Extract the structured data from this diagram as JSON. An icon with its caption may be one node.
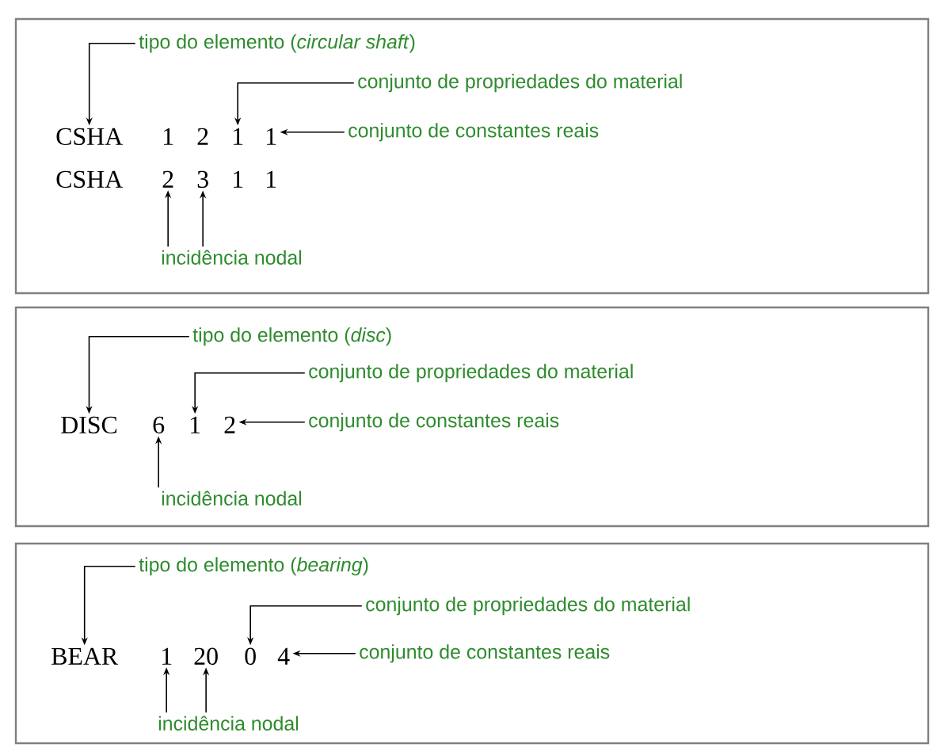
{
  "diagram": {
    "nodes": [
      {
        "text": [],
        "shape": "box"
      },
      {
        "text": [
          "tipo do elemento (*circular shaft*)"
        ],
        "in": 0
      },
      {
        "text": [
          "conjunto de propriedades do material"
        ],
        "in": 0
      },
      {
        "text": [
          "CSHA"
        ],
        "in": 0
      },
      {
        "text": [
          "1"
        ],
        "in": 0
      },
      {
        "text": [
          "2"
        ],
        "in": 0
      },
      {
        "text": [
          "1"
        ],
        "in": 0
      },
      {
        "text": [
          "1"
        ],
        "in": 0
      },
      {
        "text": [
          "conjunto de constantes reais"
        ],
        "in": 0
      },
      {
        "text": [
          "CSHA"
        ],
        "in": 0
      },
      {
        "text": [
          "2"
        ],
        "in": 0
      },
      {
        "text": [
          "3"
        ],
        "in": 0
      },
      {
        "text": [
          "1"
        ],
        "in": 0
      },
      {
        "text": [
          "1"
        ],
        "in": 0
      },
      {
        "text": [
          "incidência nodal"
        ],
        "in": 0
      },
      {
        "text": [],
        "shape": "box"
      },
      {
        "text": [
          "tipo do elemento (*disc*)"
        ],
        "in": 15
      },
      {
        "text": [
          "conjunto de propriedades do material"
        ],
        "in": 15
      },
      {
        "text": [
          "DISC"
        ],
        "in": 15
      },
      {
        "text": [
          "6"
        ],
        "in": 15
      },
      {
        "text": [
          "1"
        ],
        "in": 15
      },
      {
        "text": [
          "2"
        ],
        "in": 15
      },
      {
        "text": [
          "conjunto de constantes reais"
        ],
        "in": 15
      },
      {
        "text": [
          "incidência nodal"
        ],
        "in": 15
      },
      {
        "text": [],
        "shape": "box"
      },
      {
        "text": [
          "tipo do elemento (*bearing*)"
        ],
        "in": 24
      },
      {
        "text": [
          "conjunto de propriedades do material"
        ],
        "in": 24
      },
      {
        "text": [
          "BEAR"
        ],
        "in": 24
      },
      {
        "text": [
          "1"
        ],
        "in": 24
      },
      {
        "text": [
          "20"
        ],
        "in": 24
      },
      {
        "text": [
          "0"
        ],
        "in": 24
      },
      {
        "text": [
          "4"
        ],
        "in": 24
      },
      {
        "text": [
          "conjunto de constantes reais"
        ],
        "in": 24
      },
      {
        "text": [
          "incidência nodal"
        ],
        "in": 24
      }
    ],
    "edges": [
      {
        "from": 1,
        "to": 3,
        "arrow": "to"
      },
      {
        "from": 2,
        "to": 6,
        "arrow": "to"
      },
      {
        "from": 8,
        "to": 7,
        "arrow": "to"
      },
      {
        "from": 14,
        "to": 10,
        "arrow": "to"
      },
      {
        "from": 14,
        "to": 11,
        "arrow": "to"
      },
      {
        "from": 16,
        "to": 18,
        "arrow": "to"
      },
      {
        "from": 17,
        "to": 20,
        "arrow": "to"
      },
      {
        "from": 22,
        "to": 21,
        "arrow": "to"
      },
      {
        "from": 23,
        "to": 19,
        "arrow": "to"
      },
      {
        "from": 25,
        "to": 27,
        "arrow": "to"
      },
      {
        "from": 26,
        "to": 30,
        "arrow": "to"
      },
      {
        "from": 32,
        "to": 31,
        "arrow": "to"
      },
      {
        "from": 33,
        "to": 28,
        "arrow": "to"
      },
      {
        "from": 33,
        "to": 29,
        "arrow": "to"
      }
    ]
  }
}
